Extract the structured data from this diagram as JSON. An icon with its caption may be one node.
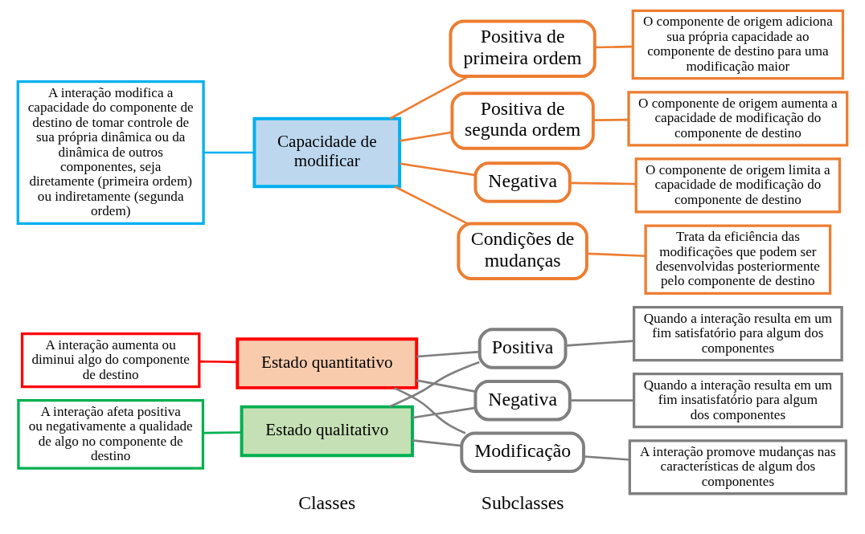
{
  "diagram": {
    "nodes": [
      {
        "text": [
          "A interação aumenta ou diminui algo do componente de destino"
        ]
      },
      {
        "text": [
          "Estado quantitativo"
        ]
      },
      {
        "text": [
          "A interação afeta positiva ou negativamente a qualidade de algo no componente de destino"
        ]
      },
      {
        "text": [
          "Estado qualitativo"
        ]
      },
      {
        "text": [
          "A interação modifica a capacidade do componente de destino de tomar controle de sua própria dinâmica ou da dinâmica de outros componentes, seja diretamente (primeira ordem) ou indiretamente (segunda ordem)"
        ]
      },
      {
        "text": [
          "Capacidade de modificar"
        ]
      },
      {
        "text": [
          "Positiva"
        ]
      },
      {
        "text": [
          "Quando a interação resulta em um fim satisfatório para algum dos componentes"
        ]
      },
      {
        "text": [
          "Negativa"
        ]
      },
      {
        "text": [
          "Quando a interação resulta em um fim insatisfatório para algum dos componentes"
        ]
      },
      {
        "text": [
          "Modificação"
        ]
      },
      {
        "text": [
          "A interação promove mudanças nas características de algum dos componentes"
        ]
      },
      {
        "text": [
          "Positiva de primeira ordem"
        ]
      },
      {
        "text": [
          "O componente de origem adiciona sua própria capacidade ao componente de destino para uma modificação maior"
        ]
      },
      {
        "text": [
          "Positiva de segunda ordem"
        ]
      },
      {
        "text": [
          "O componente de origem aumenta a capacidade de modificação do componente de destino"
        ]
      },
      {
        "text": [
          "Negativa"
        ]
      },
      {
        "text": [
          "O componente de origem limita a capacidade de modificação do componente de destino"
        ]
      },
      {
        "text": [
          "Condições de mudanças"
        ]
      },
      {
        "text": [
          "Trata da eficiência das modificações que podem ser desenvolvidas posteriormente pelo componente de destino"
        ]
      }
    ],
    "edges": [
      {
        "from": 0,
        "to": 1,
        "arrow": "none",
        "color": "#ff0000"
      },
      {
        "from": 2,
        "to": 3,
        "arrow": "none",
        "color": "#00b050"
      },
      {
        "from": 4,
        "to": 5,
        "arrow": "none",
        "color": "#00b0f0"
      },
      {
        "from": 1,
        "to": 6,
        "arrow": "none"
      },
      {
        "from": 1,
        "to": 8,
        "arrow": "none"
      },
      {
        "from": 1,
        "to": 10,
        "arrow": "none"
      },
      {
        "from": 3,
        "to": 6,
        "arrow": "none"
      },
      {
        "from": 3,
        "to": 8,
        "arrow": "none"
      },
      {
        "from": 3,
        "to": 10,
        "arrow": "none"
      },
      {
        "from": 6,
        "to": 7,
        "arrow": "none"
      },
      {
        "from": 8,
        "to": 9,
        "arrow": "none"
      },
      {
        "from": 10,
        "to": 11,
        "arrow": "none"
      },
      {
        "from": 5,
        "to": 12,
        "arrow": "none",
        "color": "#ed7d31"
      },
      {
        "from": 5,
        "to": 14,
        "arrow": "none",
        "color": "#ed7d31"
      },
      {
        "from": 5,
        "to": 16,
        "arrow": "none",
        "color": "#ed7d31"
      },
      {
        "from": 5,
        "to": 18,
        "arrow": "none",
        "color": "#ed7d31"
      },
      {
        "from": 12,
        "to": 13,
        "arrow": "none",
        "color": "#ed7d31"
      },
      {
        "from": 14,
        "to": 15,
        "arrow": "none",
        "color": "#ed7d31"
      },
      {
        "from": 16,
        "to": 17,
        "arrow": "none",
        "color": "#ed7d31"
      },
      {
        "from": 18,
        "to": 19,
        "arrow": "none",
        "color": "#ed7d31"
      }
    ],
    "labels": [
      "Classes",
      "Subclasses"
    ]
  }
}
